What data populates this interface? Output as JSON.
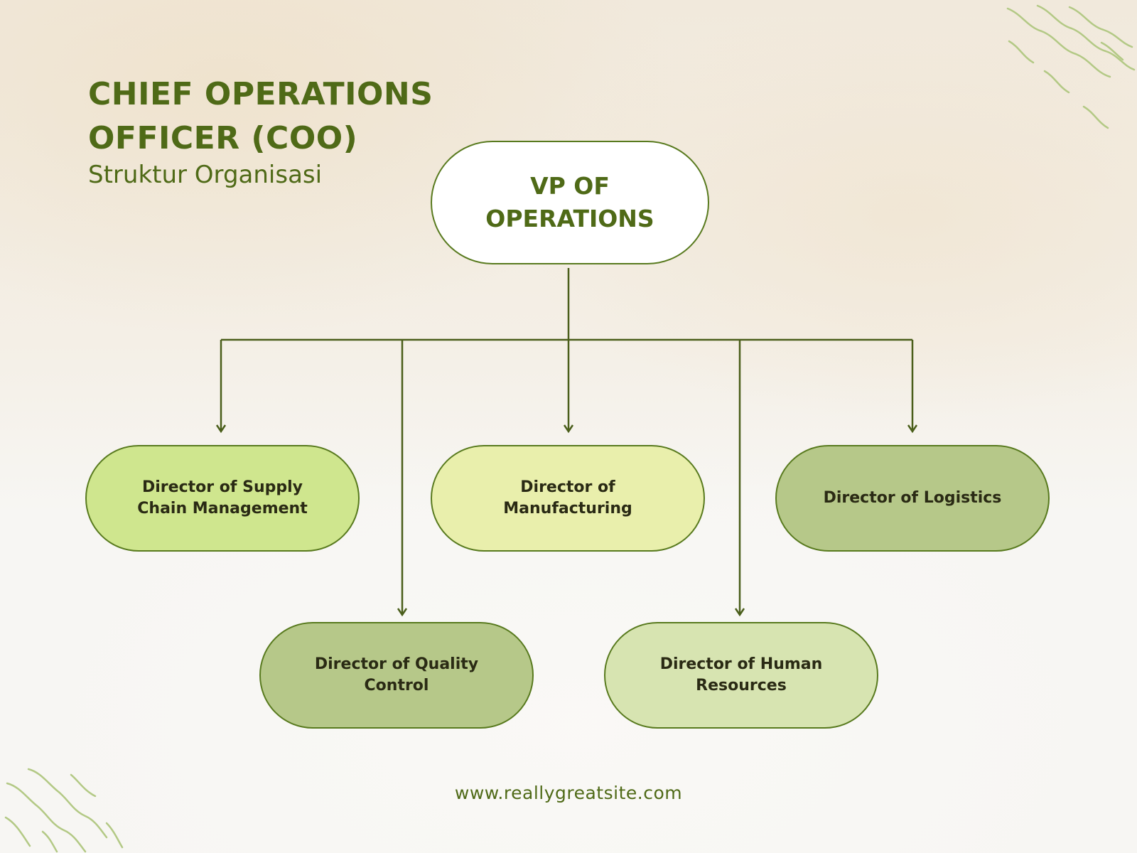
{
  "header": {
    "title": "CHIEF OPERATIONS OFFICER (COO)",
    "subtitle": "Struktur Organisasi"
  },
  "chart": {
    "root": {
      "label": "VP OF OPERATIONS"
    },
    "children": [
      {
        "label": "Director of Supply Chain Management"
      },
      {
        "label": "Director of Manufacturing"
      },
      {
        "label": "Director of Logistics"
      },
      {
        "label": "Director of Quality Control"
      },
      {
        "label": "Director of Human Resources"
      }
    ]
  },
  "footer": {
    "website": "www.reallygreatsite.com"
  },
  "colors": {
    "accent": "#4f6a17",
    "line": "#4a5e1a",
    "node_fills": [
      "#ffffff",
      "#cfe68e",
      "#e9efac",
      "#b6c889",
      "#b6c889",
      "#d7e4b1"
    ]
  }
}
